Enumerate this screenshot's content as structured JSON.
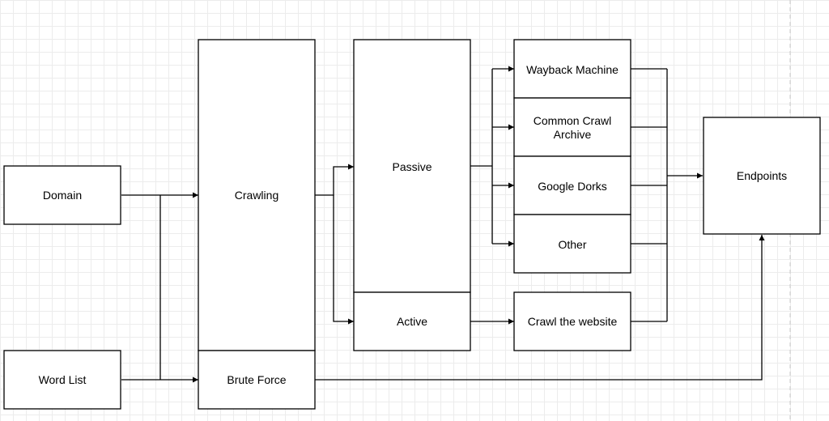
{
  "diagram": {
    "nodes": {
      "domain": "Domain",
      "word_list": "Word List",
      "crawling": "Crawling",
      "brute_force": "Brute Force",
      "passive": "Passive",
      "active": "Active",
      "wayback_machine": "Wayback Machine",
      "common_crawl": [
        "Common Crawl",
        "Archive"
      ],
      "google_dorks": "Google Dorks",
      "other": "Other",
      "crawl_website": "Crawl the website",
      "endpoints": "Endpoints"
    },
    "colors": {
      "line": "#000000",
      "fill": "#ffffff",
      "grid": "#ececec"
    }
  }
}
